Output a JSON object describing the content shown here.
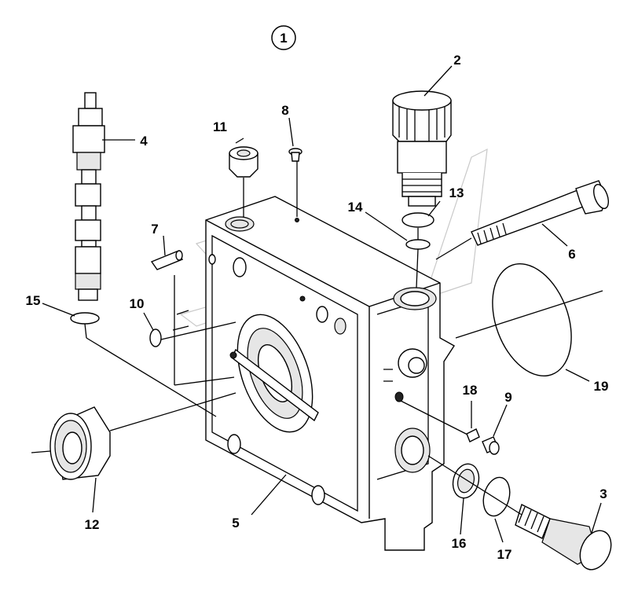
{
  "diagram": {
    "sheet_number": "1",
    "callouts": [
      {
        "id": "c2",
        "label": "2"
      },
      {
        "id": "c3",
        "label": "3"
      },
      {
        "id": "c4",
        "label": "4"
      },
      {
        "id": "c5",
        "label": "5"
      },
      {
        "id": "c6",
        "label": "6"
      },
      {
        "id": "c7",
        "label": "7"
      },
      {
        "id": "c8",
        "label": "8"
      },
      {
        "id": "c9",
        "label": "9"
      },
      {
        "id": "c10",
        "label": "10"
      },
      {
        "id": "c11",
        "label": "11"
      },
      {
        "id": "c12",
        "label": "12"
      },
      {
        "id": "c13",
        "label": "13"
      },
      {
        "id": "c14",
        "label": "14"
      },
      {
        "id": "c15",
        "label": "15"
      },
      {
        "id": "c16",
        "label": "16"
      },
      {
        "id": "c17",
        "label": "17"
      },
      {
        "id": "c18",
        "label": "18"
      },
      {
        "id": "c19",
        "label": "19"
      }
    ]
  }
}
